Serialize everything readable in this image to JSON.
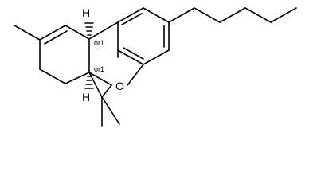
{
  "molecule": {
    "atom_labels": {
      "ring_oxygen": "O",
      "hydrogen_top": "H",
      "hydrogen_bottom": "H"
    },
    "stereo_labels": {
      "upper": "or1",
      "lower": "or1"
    }
  }
}
